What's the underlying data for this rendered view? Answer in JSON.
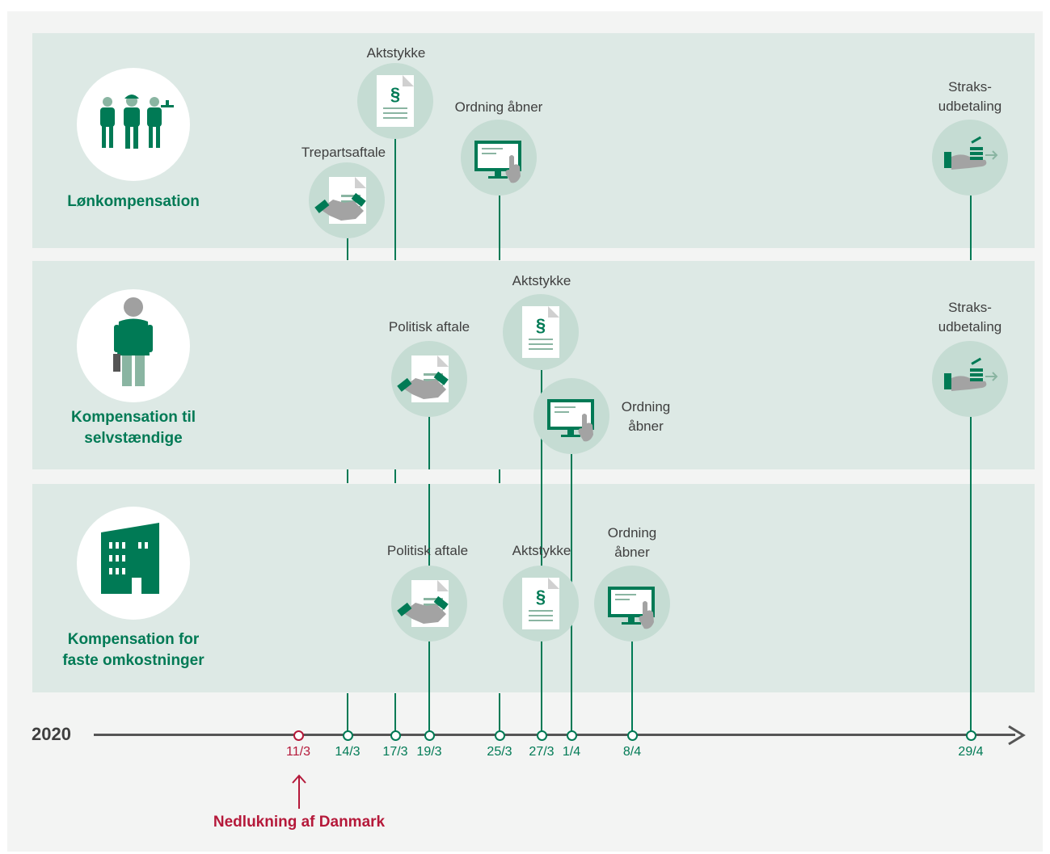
{
  "year": "2020",
  "lockdown": {
    "date": "11/3",
    "label": "Nedlukning af Danmark"
  },
  "dates": [
    "14/3",
    "17/3",
    "19/3",
    "25/3",
    "27/3",
    "1/4",
    "8/4",
    "29/4"
  ],
  "rows": [
    {
      "category": "Lønkompensation",
      "events": [
        {
          "label": "Trepartsaftale",
          "date": "14/3",
          "icon": "handshake-icon"
        },
        {
          "label": "Aktstykke",
          "date": "17/3",
          "icon": "document-paragraph-icon"
        },
        {
          "label": "Ordning åbner",
          "date": "25/3",
          "icon": "computer-screen-icon"
        },
        {
          "label": "Straks-\nudbetaling",
          "date": "29/4",
          "icon": "hand-money-icon"
        }
      ]
    },
    {
      "category": "Kompensation til\nselvstændige",
      "events": [
        {
          "label": "Politisk aftale",
          "date": "19/3",
          "icon": "handshake-icon"
        },
        {
          "label": "Aktstykke",
          "date": "27/3",
          "icon": "document-paragraph-icon"
        },
        {
          "label": "Ordning\nåbner",
          "date": "1/4",
          "icon": "computer-screen-icon"
        },
        {
          "label": "Straks-\nudbetaling",
          "date": "29/4",
          "icon": "hand-money-icon"
        }
      ]
    },
    {
      "category": "Kompensation for\nfaste omkostninger",
      "events": [
        {
          "label": "Politisk aftale",
          "date": "19/3",
          "icon": "handshake-icon"
        },
        {
          "label": "Aktstykke",
          "date": "27/3",
          "icon": "document-paragraph-icon"
        },
        {
          "label": "Ordning\nåbner",
          "date": "8/4",
          "icon": "computer-screen-icon"
        }
      ]
    }
  ],
  "colors": {
    "green": "#007a55",
    "red": "#b5193a",
    "band": "#dde9e5",
    "circle": "#c5dcd3",
    "axis": "#555555"
  }
}
